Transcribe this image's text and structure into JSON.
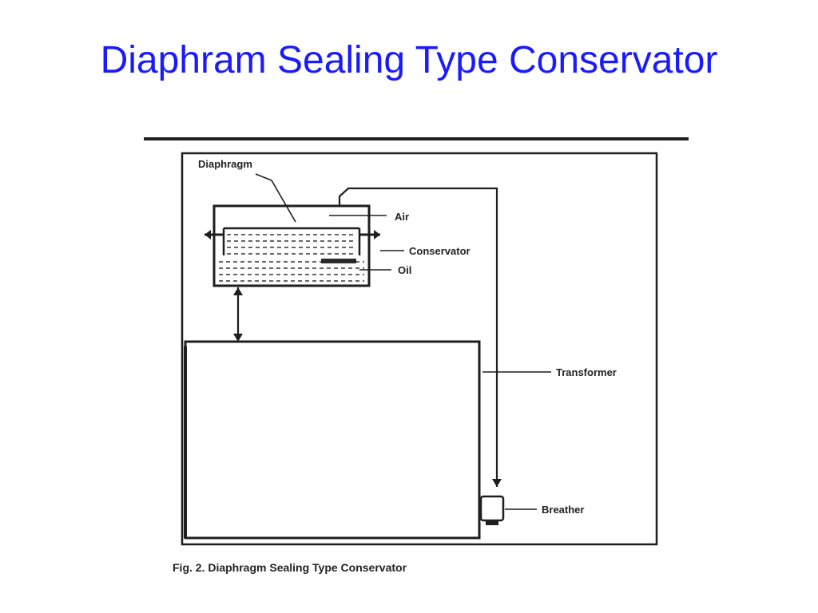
{
  "slide": {
    "title": "Diaphram Sealing Type Conservator"
  },
  "figure": {
    "labels": {
      "diaphragm": "Diaphragm",
      "air": "Air",
      "conservator": "Conservator",
      "oil": "Oil",
      "transformer": "Transformer",
      "breather": "Breather"
    },
    "caption": "Fig. 2. Diaphragm Sealing Type Conservator"
  },
  "colors": {
    "title": "#1a1aff",
    "line": "#1e1e1e"
  }
}
